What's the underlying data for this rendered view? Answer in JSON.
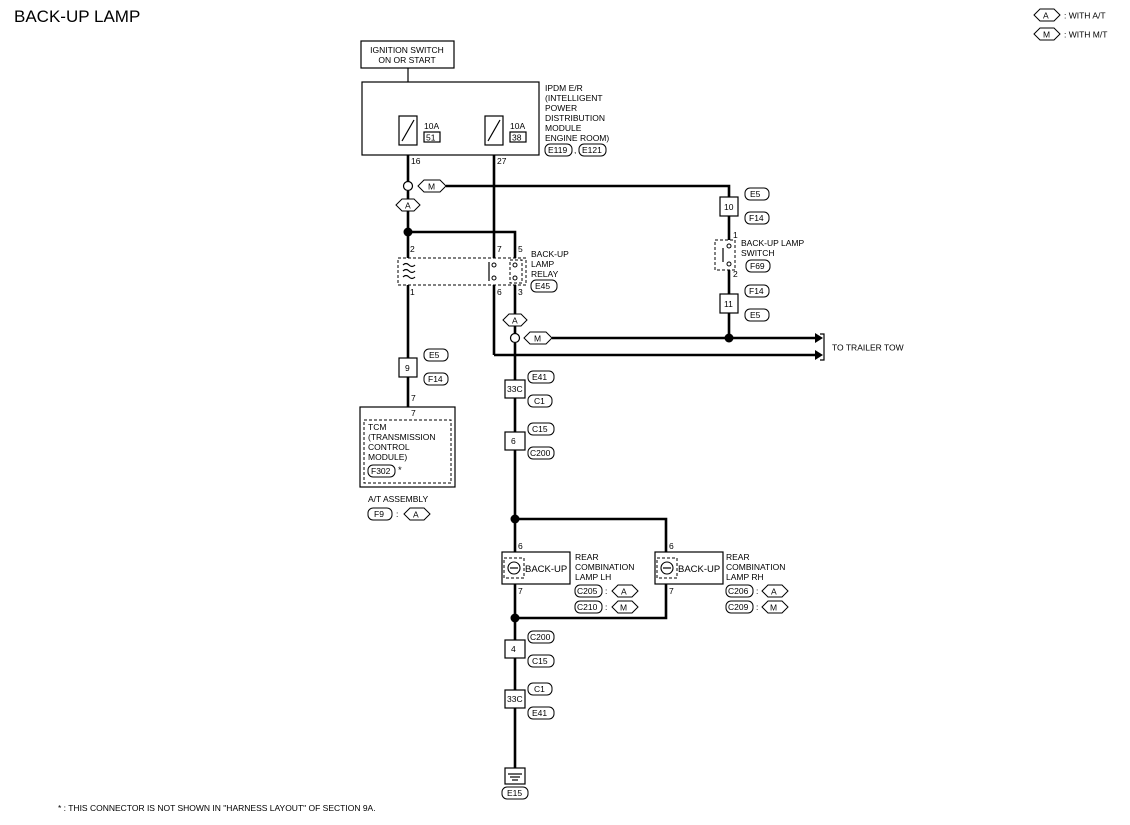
{
  "page": {
    "title": "BACK-UP LAMP",
    "footnote": "* : THIS CONNECTOR IS NOT SHOWN IN \"HARNESS LAYOUT\" OF SECTION 9A.",
    "colors": {
      "wire": "#000000",
      "background": "#ffffff"
    }
  },
  "legend": [
    {
      "code": "A",
      "text": ": WITH A/T"
    },
    {
      "code": "M",
      "text": ": WITH M/T"
    }
  ],
  "components": {
    "ignition_switch": {
      "line1": "IGNITION SWITCH",
      "line2": "ON OR START"
    },
    "ipdm": {
      "lines": [
        "IPDM E/R",
        "(INTELLIGENT",
        "POWER",
        "DISTRIBUTION",
        "MODULE",
        "ENGINE ROOM)"
      ],
      "connectors": [
        "E119",
        "E121"
      ],
      "fuse1": {
        "rating": "10A",
        "number": "51"
      },
      "fuse2": {
        "rating": "10A",
        "number": "38"
      },
      "pin_left": "16",
      "pin_right": "27"
    },
    "relay": {
      "lines": [
        "BACK-UP",
        "LAMP",
        "RELAY"
      ],
      "connector": "E45",
      "pins": {
        "p2": "2",
        "p7": "7",
        "p5": "5",
        "p1": "1",
        "p6": "6",
        "p3": "3"
      }
    },
    "switch": {
      "lines": [
        "BACK-UP LAMP",
        "SWITCH"
      ],
      "connector": "F69",
      "pins": {
        "p1": "1",
        "p2": "2"
      }
    },
    "tcm": {
      "lines": [
        "TCM",
        "(TRANSMISSION",
        "CONTROL",
        "MODULE)"
      ],
      "connector": "F302",
      "star": "*",
      "pin": "7",
      "assembly": "A/T ASSEMBLY",
      "assembly_conn": "F9",
      "assembly_code": "A"
    },
    "lamp_lh": {
      "label": "BACK-UP",
      "lines": [
        "REAR",
        "COMBINATION",
        "LAMP LH"
      ],
      "conn_a": "C205",
      "conn_m": "C210",
      "pin_top": "6",
      "pin_bottom": "7"
    },
    "lamp_rh": {
      "label": "BACK-UP",
      "lines": [
        "REAR",
        "COMBINATION",
        "LAMP RH"
      ],
      "conn_a": "C206",
      "conn_m": "C209",
      "pin_top": "6",
      "pin_bottom": "7"
    },
    "trailer": {
      "label": "TO TRAILER TOW"
    },
    "ground": {
      "connector": "E15"
    }
  },
  "junctions": {
    "j_10": {
      "pin": "10",
      "conn1": "E5",
      "conn2": "F14"
    },
    "j_11": {
      "pin": "11",
      "conn1": "F14",
      "conn2": "E5"
    },
    "j_9": {
      "pin": "9",
      "conn1": "E5",
      "conn2": "F14",
      "pin_below": "7"
    },
    "j_33c_top": {
      "pin": "33C",
      "conn1": "E41",
      "conn2": "C1"
    },
    "j_6": {
      "pin": "6",
      "conn1": "C15",
      "conn2": "C200"
    },
    "j_4": {
      "pin": "4",
      "conn1": "C200",
      "conn2": "C15"
    },
    "j_33c_bottom": {
      "pin": "33C",
      "conn1": "C1",
      "conn2": "E41"
    }
  },
  "tags": {
    "a": "A",
    "m": "M"
  }
}
